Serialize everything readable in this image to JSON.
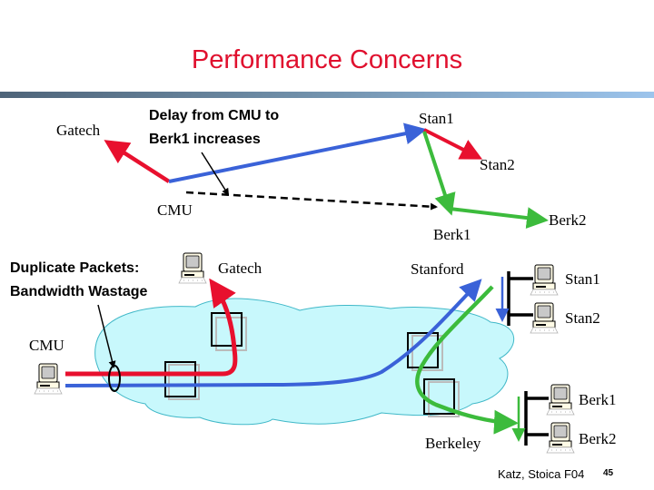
{
  "slide": {
    "title": "Performance Concerns",
    "footer": "Katz, Stoica F04",
    "page_number": "45"
  },
  "colors": {
    "title": "#e0102e",
    "red_path": "#e8102e",
    "blue_path": "#3a62d8",
    "green_path": "#3cbb3c",
    "cloud_fill": "#c8f8fc",
    "cloud_stroke": "#40b8c8"
  },
  "top_diagram": {
    "annotation_line1": "Delay from CMU to",
    "annotation_line2": "Berk1 increases",
    "labels": {
      "gatech": "Gatech",
      "cmu": "CMU",
      "stan1": "Stan1",
      "stan2": "Stan2",
      "berk1": "Berk1",
      "berk2": "Berk2"
    }
  },
  "bottom_diagram": {
    "annotation_line1": "Duplicate Packets:",
    "annotation_line2": "Bandwidth Wastage",
    "labels": {
      "gatech": "Gatech",
      "cmu": "CMU",
      "stanford": "Stanford",
      "berkeley": "Berkeley",
      "stan1": "Stan1",
      "stan2": "Stan2",
      "berk1": "Berk1",
      "berk2": "Berk2"
    },
    "hosts": [
      "Gatech",
      "CMU",
      "Stan1",
      "Stan2",
      "Berk1",
      "Berk2"
    ]
  }
}
